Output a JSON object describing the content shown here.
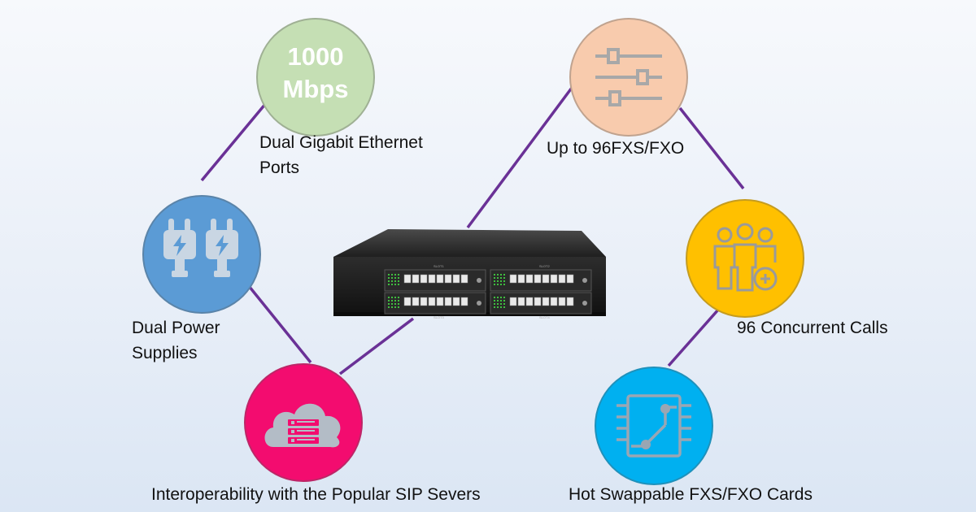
{
  "colors": {
    "connector": "#6a3196",
    "gigabit": "#c5dfb4",
    "power": "#5b9bd5",
    "sip": "#f30c6f",
    "fxs": "#f8cbad",
    "calls": "#ffc000",
    "hotswap": "#00b0f0"
  },
  "device": {
    "name": "gateway-chassis-image",
    "slots": [
      "SLOT1",
      "SLOT2",
      "SLOT3",
      "SLOT4"
    ]
  },
  "features": [
    {
      "id": "gigabit",
      "badge_line1": "1000",
      "badge_line2": "Mbps",
      "label_line1": "Dual Gigabit Ethernet",
      "label_line2": "Ports",
      "icon": "speed-badge"
    },
    {
      "id": "power",
      "label_line1": "Dual Power",
      "label_line2": "Supplies",
      "icon": "power-plug-icon"
    },
    {
      "id": "sip",
      "label": "Interoperability with the Popular SIP Severs",
      "icon": "cloud-server-icon"
    },
    {
      "id": "fxs",
      "label": "Up to 96FXS/FXO",
      "icon": "sliders-icon"
    },
    {
      "id": "calls",
      "label": "96 Concurrent Calls",
      "icon": "users-add-icon"
    },
    {
      "id": "hotswap",
      "label": "Hot Swappable FXS/FXO Cards",
      "icon": "circuit-card-icon"
    }
  ]
}
